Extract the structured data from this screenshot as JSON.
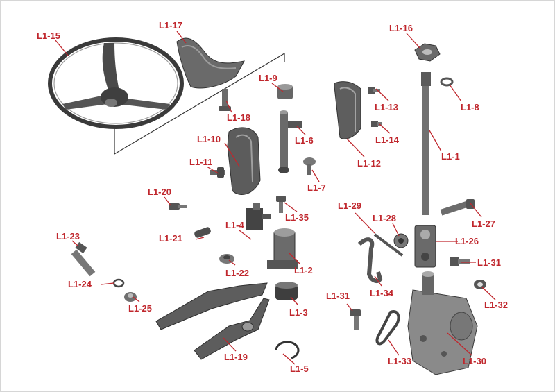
{
  "diagram": {
    "label_color": "#c0272d",
    "part_color": "#555555",
    "labels": {
      "l1_15": "L1-15",
      "l1_17": "L1-17",
      "l1_16": "L1-16",
      "l1_9": "L1-9",
      "l1_18": "L1-18",
      "l1_13": "L1-13",
      "l1_8": "L1-8",
      "l1_6": "L1-6",
      "l1_14": "L1-14",
      "l1_10": "L1-10",
      "l1_12": "L1-12",
      "l1_11": "L1-11",
      "l1_1": "L1-1",
      "l1_7": "L1-7",
      "l1_20": "L1-20",
      "l1_35": "L1-35",
      "l1_29": "L1-29",
      "l1_27": "L1-27",
      "l1_28": "L1-28",
      "l1_4": "L1-4",
      "l1_21": "L1-21",
      "l1_26": "L1-26",
      "l1_23": "L1-23",
      "l1_22": "L1-22",
      "l1_2": "L1-2",
      "l1_31a": "L1-31",
      "l1_24": "L1-24",
      "l1_34": "L1-34",
      "l1_32": "L1-32",
      "l1_25": "L1-25",
      "l1_3": "L1-3",
      "l1_31b": "L1-31",
      "l1_19": "L1-19",
      "l1_33": "L1-33",
      "l1_30": "L1-30",
      "l1_5": "L1-5"
    }
  }
}
